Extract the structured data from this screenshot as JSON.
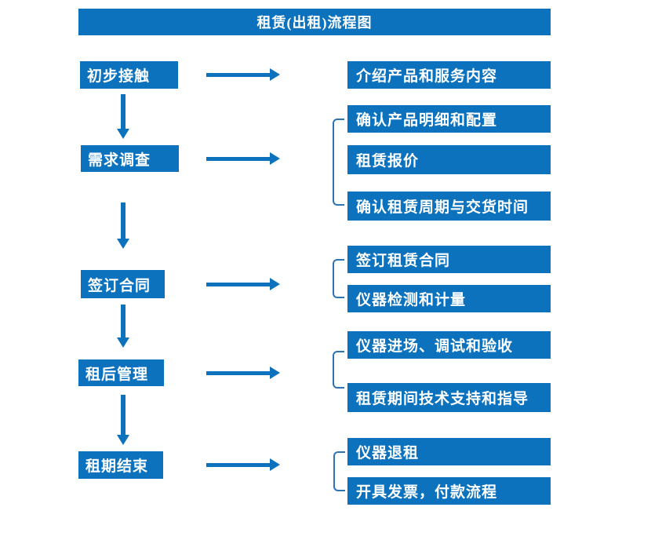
{
  "title": "租赁(出租)流程图",
  "colors": {
    "primary": "#0D72BD",
    "bracket": "#2E74B5",
    "text_on_primary": "#FFFFFF",
    "background": "#FFFFFF"
  },
  "steps": [
    {
      "label": "初步接触",
      "outputs": [
        "介绍产品和服务内容"
      ]
    },
    {
      "label": "需求调查",
      "outputs": [
        "确认产品明细和配置",
        "租赁报价",
        "确认租赁周期与交货时间"
      ]
    },
    {
      "label": "签订合同",
      "outputs": [
        "签订租赁合同",
        "仪器检测和计量"
      ]
    },
    {
      "label": "租后管理",
      "outputs": [
        "仪器进场、调试和验收",
        "租赁期间技术支持和指导"
      ]
    },
    {
      "label": "租期结束",
      "outputs": [
        "仪器退租",
        "开具发票，付款流程"
      ]
    }
  ]
}
